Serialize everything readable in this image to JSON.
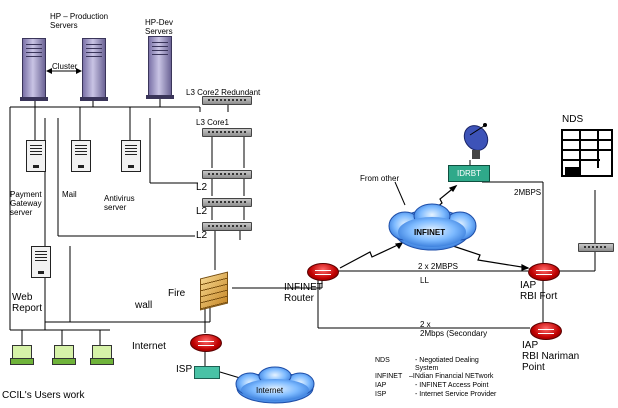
{
  "labels": {
    "hp_production": "HP – Production\nServers",
    "hp_dev": "HP-Dev\nServers",
    "cluster": "Cluster",
    "l3_core2": "L3 Core2 Redundant",
    "l3_core1": "L3 Core1",
    "nds": "NDS",
    "l2_a": "L2",
    "l2_b": "L2",
    "l2_c": "L2",
    "payment": "Payment\nGateway\nserver",
    "mail": "Mail",
    "antivirus": "Antivirus\nserver",
    "web_report": "Web\nReport",
    "from_other": "From other",
    "idrbt": "IDRBT",
    "mbps_2": "2MBPS",
    "infinet_cloud": "INFINET",
    "fire_wall_1": "Fire",
    "fire_wall_2": "wall",
    "infinet_router": "INFINET\nRouter",
    "link_2x2": "2 x 2MBPS",
    "link_ll": "LL",
    "iap_fort": "IAP\nRBI Fort",
    "link_secondary": "2 x\n2Mbps (Secondary",
    "iap_nariman": "IAP\nRBI Nariman\nPoint",
    "internet_label": "Internet",
    "isp": "ISP",
    "internet_cloud": "Internet",
    "ccil_users": "CCIL's Users work"
  },
  "legend": [
    {
      "abbr": "NDS",
      "desc": "- Negotiated Dealing\nSystem"
    },
    {
      "abbr": "INFINET",
      "desc": "–INdian Financial NETwork"
    },
    {
      "abbr": "IAP",
      "desc": "- INFINET Access Point"
    },
    {
      "abbr": "ISP",
      "desc": "- Internet Service Provider"
    }
  ],
  "colors": {
    "router": "#c00000",
    "cloud": "#5aa8ff",
    "idrbt": "#2fa98a",
    "isp": "#49c2a6",
    "pc_screen": "#d6f2a8"
  },
  "icons": {
    "server": "rack-server-icon",
    "router": "router-icon",
    "switch": "switch-icon",
    "firewall": "firewall-icon",
    "cloud": "cloud-icon",
    "satellite": "satellite-dish-icon",
    "workstation": "workstation-icon"
  }
}
